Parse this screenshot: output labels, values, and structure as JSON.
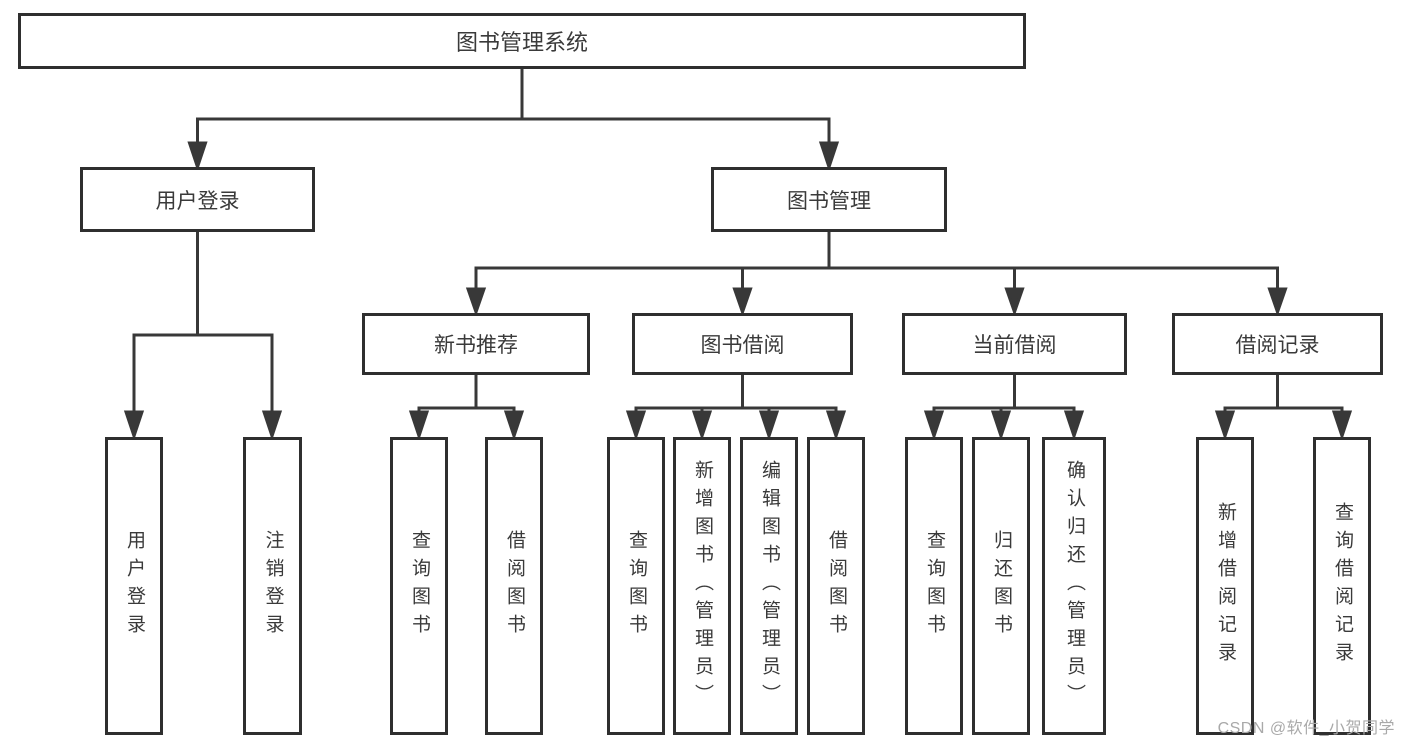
{
  "tree": {
    "label": "图书管理系统",
    "children": [
      {
        "label": "用户登录",
        "children": [
          {
            "label": "用户登录"
          },
          {
            "label": "注销登录"
          }
        ]
      },
      {
        "label": "图书管理",
        "children": [
          {
            "label": "新书推荐",
            "children": [
              {
                "label": "查询图书"
              },
              {
                "label": "借阅图书"
              }
            ]
          },
          {
            "label": "图书借阅",
            "children": [
              {
                "label": "查询图书"
              },
              {
                "label": "新增图书（管理员）"
              },
              {
                "label": "编辑图书（管理员）"
              },
              {
                "label": "借阅图书"
              }
            ]
          },
          {
            "label": "当前借阅",
            "children": [
              {
                "label": "查询图书"
              },
              {
                "label": "归还图书"
              },
              {
                "label": "确认归还（管理员）"
              }
            ]
          },
          {
            "label": "借阅记录",
            "children": [
              {
                "label": "新增借阅记录"
              },
              {
                "label": "查询借阅记录"
              }
            ]
          }
        ]
      }
    ]
  },
  "watermark": "CSDN @软件_小贺同学",
  "colors": {
    "line": "#383838",
    "box_border": "#2f2f2f",
    "text": "#3a3a3a",
    "background": "#ffffff",
    "watermark": "#a9a9a9"
  }
}
